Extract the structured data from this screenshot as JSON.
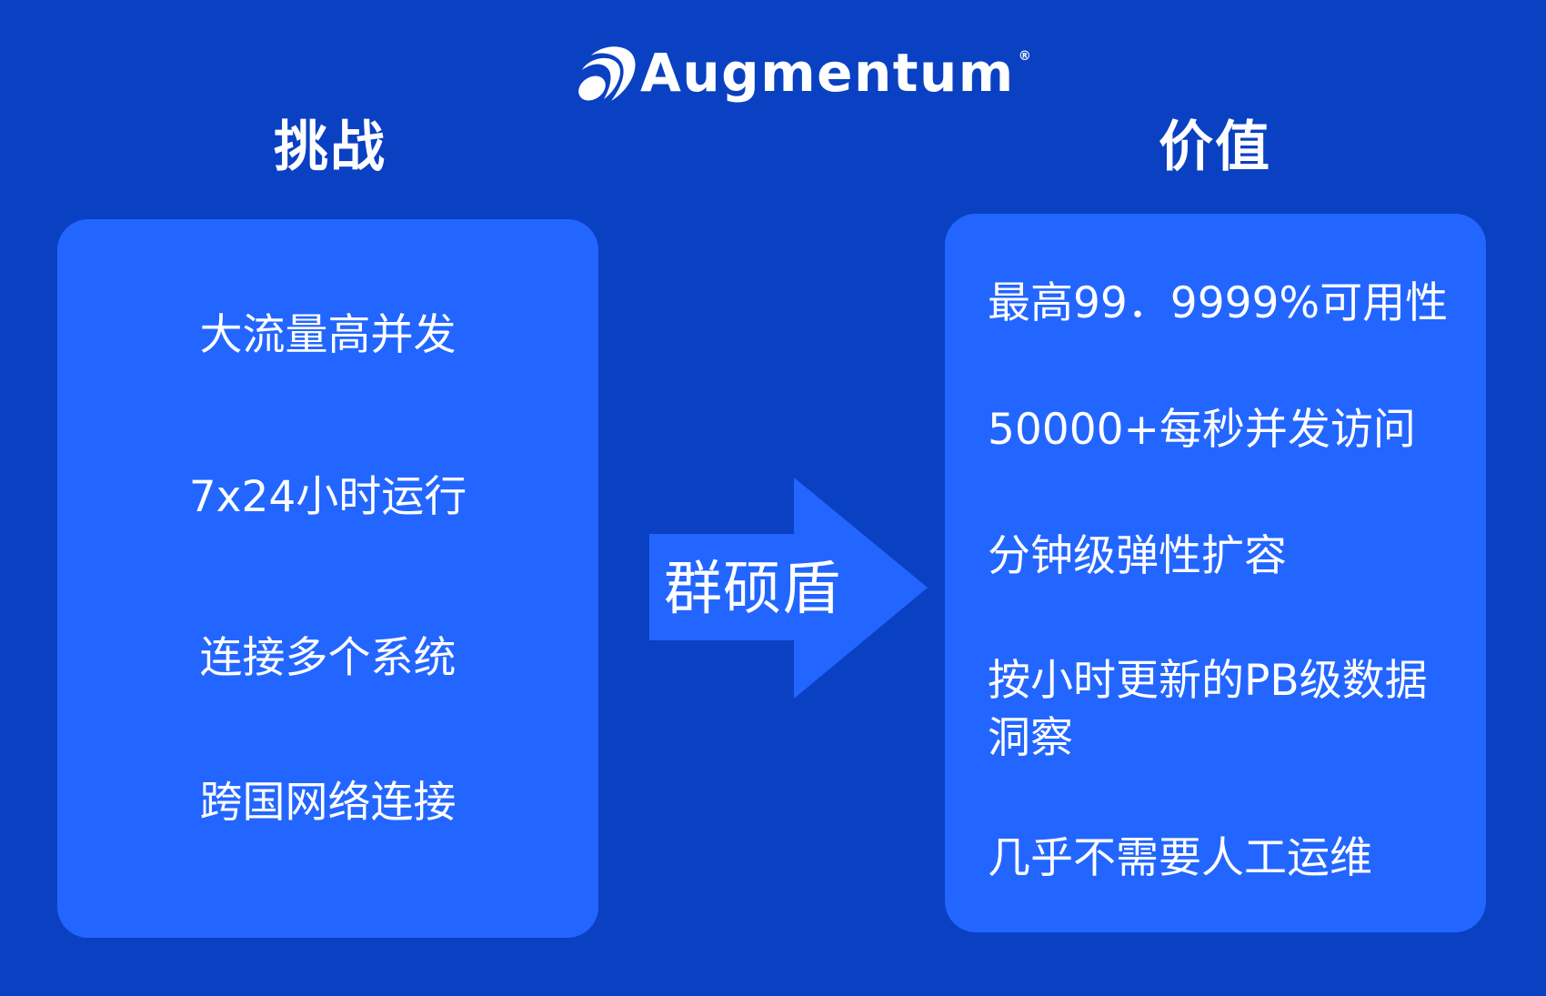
{
  "header": {
    "logo_icon": "augmentum-swoosh-icon",
    "brand_name": "Augmentum",
    "registered_mark": "®"
  },
  "colors": {
    "background": "#0A41C2",
    "card": "#2366FF",
    "arrow": "#2366FF",
    "text": "#FFFFFF"
  },
  "challenges": {
    "title": "挑战",
    "items": [
      "大流量高并发",
      "7x24小时运行",
      "连接多个系统",
      "跨国网络连接"
    ]
  },
  "solution": {
    "label": "群硕盾",
    "icon": "arrow-right-icon"
  },
  "values": {
    "title": "价值",
    "items": [
      "最高99．9999%可用性",
      "50000+每秒并发访问",
      "分钟级弹性扩容",
      "按小时更新的PB级数据洞察",
      "几乎不需要人工运维"
    ]
  }
}
